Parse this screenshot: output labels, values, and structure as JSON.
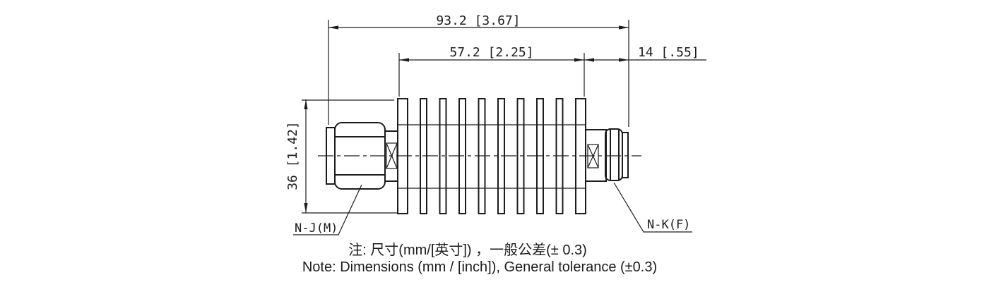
{
  "drawing": {
    "dimensions": {
      "overall_length": "93.2 [3.67]",
      "heatsink_length": "57.2 [2.25]",
      "right_connector_length": "14 [.55]",
      "diameter": "36 [1.42]"
    },
    "connector_labels": {
      "left": "N-J(M)",
      "right": "N-K(F)"
    }
  },
  "notes": {
    "zh": "注: 尺寸(mm/[英寸]) ，一般公差(± 0.3)",
    "en": "Note: Dimensions (mm / [inch]), General tolerance (±0.3)"
  },
  "colors": {
    "line": "#1c1c1c",
    "background": "#ffffff"
  }
}
